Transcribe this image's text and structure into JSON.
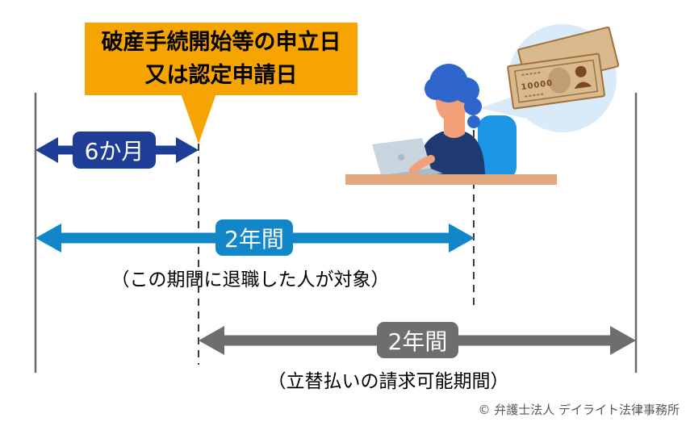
{
  "callout": {
    "line1": "破産手続開始等の申立日",
    "line2": "又は認定申請日"
  },
  "timeline": {
    "arrows": [
      {
        "id": "six-months",
        "label": "6か月",
        "caption": ""
      },
      {
        "id": "retirement-window",
        "label": "2年間",
        "caption": "（この期間に退職した人が対象）"
      },
      {
        "id": "claim-window",
        "label": "2年間",
        "caption": "（立替払いの請求可能期間）"
      }
    ]
  },
  "illustration": {
    "person": "person-working-at-laptop",
    "thought": "money-banknotes",
    "banknote_value": "10000"
  },
  "footer": {
    "copyright": "© 弁護士法人 デイライト法律事務所"
  },
  "colors": {
    "callout-bg": "#F5A402",
    "navy": "#1E3D96",
    "blue": "#1187C9",
    "gray": "#6E6E6E",
    "axis": "#6B6B6B",
    "dash": "#3C3C3C",
    "text": "#000000",
    "copyright": "#595959",
    "bubble": "#D9EAF8",
    "chair": "#1E96E8",
    "hair": "#2E66CC",
    "skin": "#F1A077",
    "shirt": "#1E3A70",
    "desk": "#E2A87D",
    "laptop": "#C8D4DE",
    "laptop-dark": "#ABBAC6",
    "note-base": "#D9BA8E",
    "note-dark": "#A1703B",
    "note-detail": "#7A4A1E",
    "note-light": "#EBD7B0"
  }
}
